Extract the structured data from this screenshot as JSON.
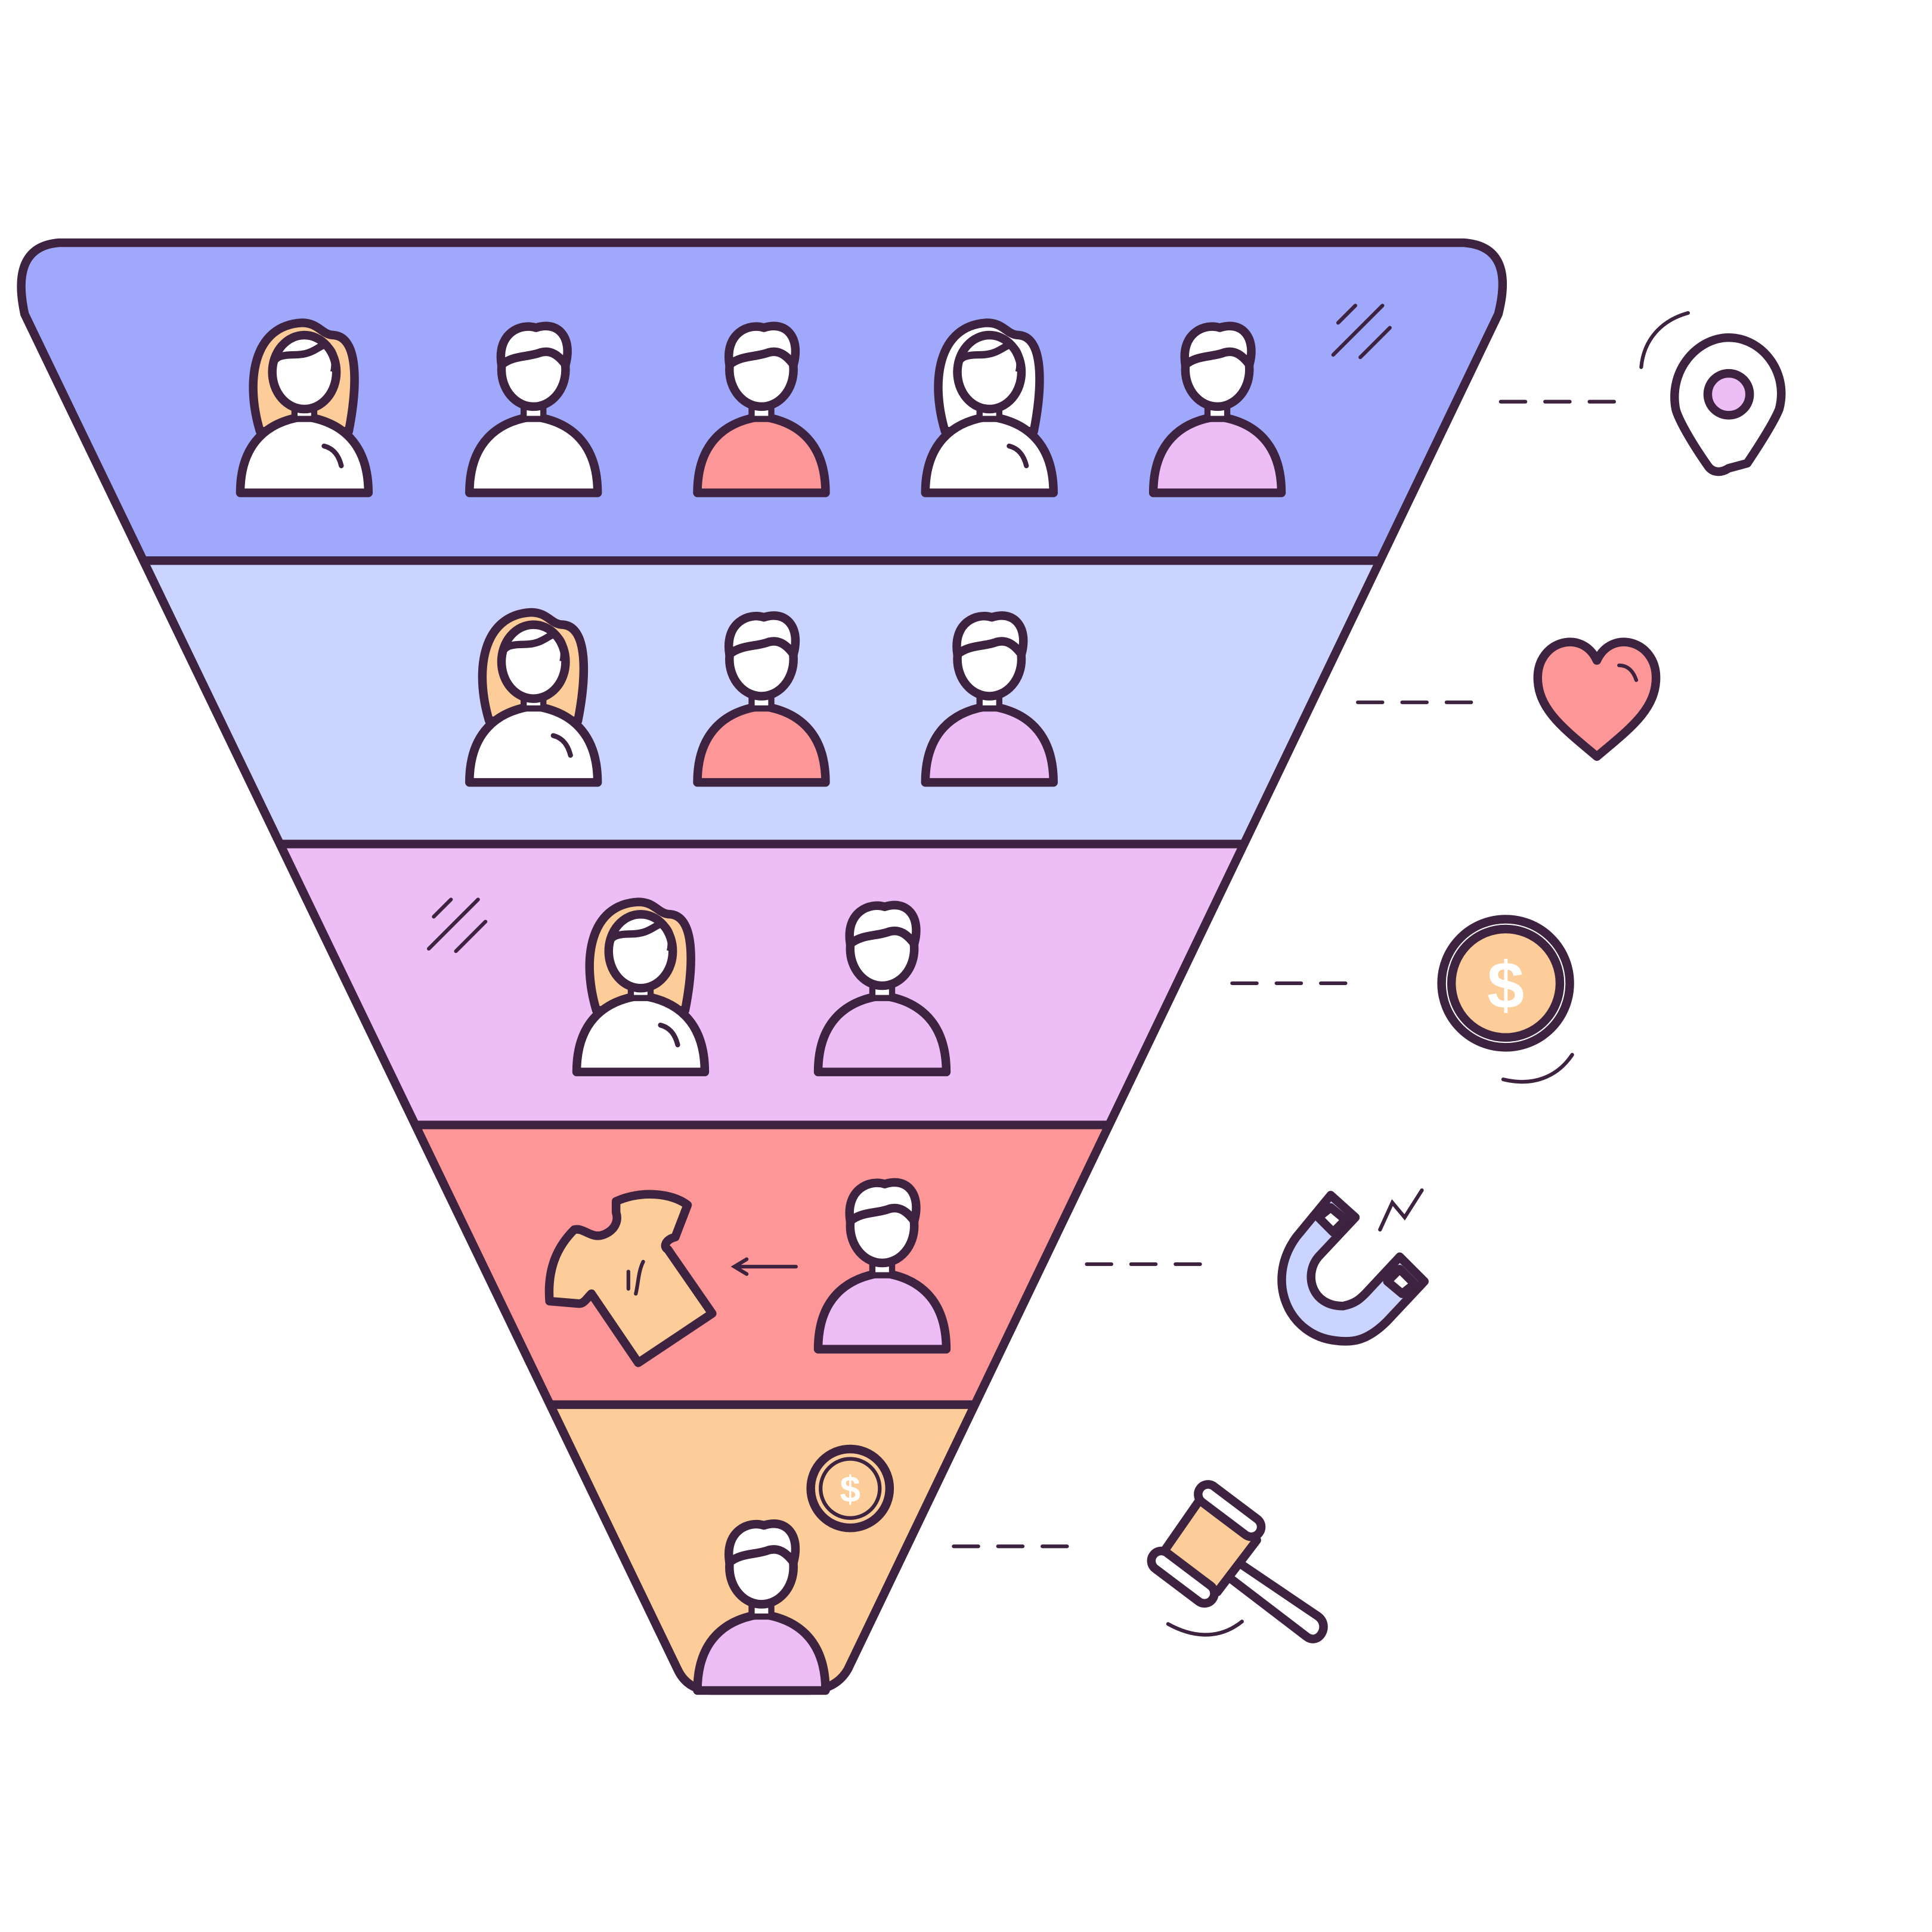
{
  "diagram": {
    "type": "sales-funnel",
    "stages": [
      {
        "stage": 1,
        "people": 5,
        "side_icon": "location-pin-icon"
      },
      {
        "stage": 2,
        "people": 3,
        "side_icon": "heart-icon"
      },
      {
        "stage": 3,
        "people": 2,
        "side_icon": "dollar-coin-icon"
      },
      {
        "stage": 4,
        "people": 1,
        "side_icon": "magnet-icon"
      },
      {
        "stage": 5,
        "people": 1,
        "side_icon": "gavel-icon"
      }
    ]
  },
  "colors": {
    "outline": "#3d2340",
    "band1": "#a0a8fc",
    "band2": "#cad4fe",
    "band3": "#edbdf5",
    "band4": "#fd9696",
    "band5": "#fccd98",
    "white": "#ffffff",
    "hair_orange": "#fccd98",
    "hair_blue": "#cad4fe"
  }
}
